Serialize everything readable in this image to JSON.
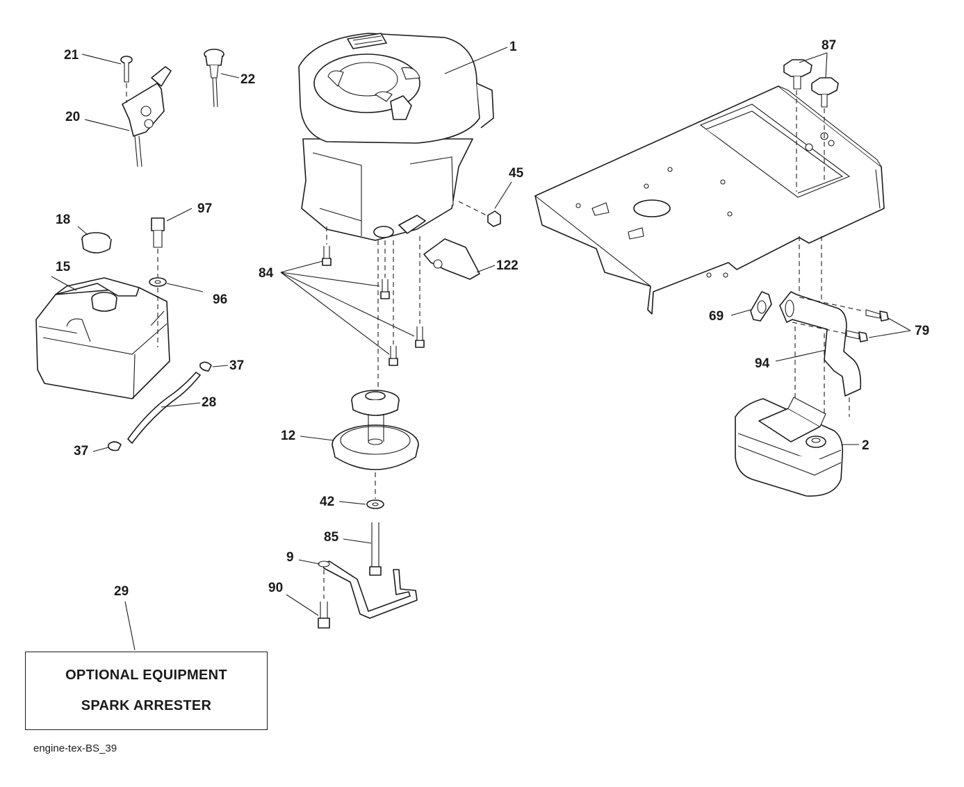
{
  "callouts": [
    {
      "id": "1",
      "label": "1"
    },
    {
      "id": "2",
      "label": "2"
    },
    {
      "id": "9",
      "label": "9"
    },
    {
      "id": "12",
      "label": "12"
    },
    {
      "id": "15",
      "label": "15"
    },
    {
      "id": "18",
      "label": "18"
    },
    {
      "id": "20",
      "label": "20"
    },
    {
      "id": "21",
      "label": "21"
    },
    {
      "id": "22",
      "label": "22"
    },
    {
      "id": "28",
      "label": "28"
    },
    {
      "id": "29",
      "label": "29"
    },
    {
      "id": "37a",
      "label": "37"
    },
    {
      "id": "37b",
      "label": "37"
    },
    {
      "id": "42",
      "label": "42"
    },
    {
      "id": "45",
      "label": "45"
    },
    {
      "id": "69",
      "label": "69"
    },
    {
      "id": "79",
      "label": "79"
    },
    {
      "id": "84",
      "label": "84"
    },
    {
      "id": "85",
      "label": "85"
    },
    {
      "id": "87",
      "label": "87"
    },
    {
      "id": "90",
      "label": "90"
    },
    {
      "id": "94",
      "label": "94"
    },
    {
      "id": "96",
      "label": "96"
    },
    {
      "id": "97",
      "label": "97"
    },
    {
      "id": "122",
      "label": "122"
    }
  ],
  "note": {
    "line1": "OPTIONAL EQUIPMENT",
    "line2": "SPARK ARRESTER"
  },
  "file_id": "engine-tex-BS_39"
}
